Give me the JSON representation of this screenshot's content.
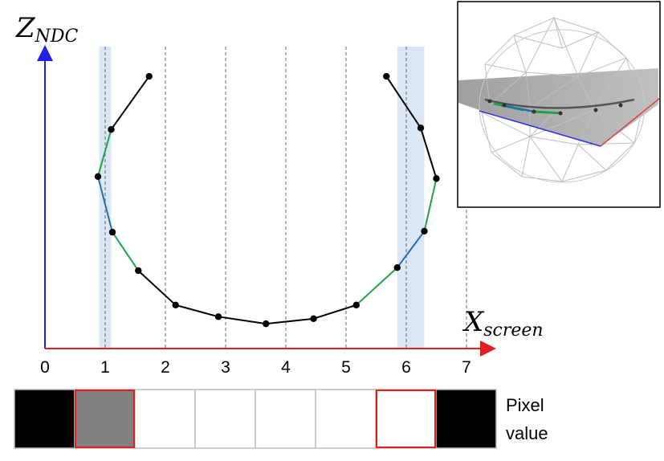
{
  "axes": {
    "z_label_main": "Z",
    "z_label_sub": "NDC",
    "x_label_main": "X",
    "x_label_sub": "screen",
    "x_ticks": [
      "0",
      "1",
      "2",
      "3",
      "4",
      "5",
      "6",
      "7"
    ],
    "colors": {
      "z_axis": "#1f1fe0",
      "x_axis": "#e02020"
    }
  },
  "chart_data": {
    "type": "line",
    "xlim": [
      0,
      7
    ],
    "x_ticks": [
      0,
      1,
      2,
      3,
      4,
      5,
      6,
      7
    ],
    "highlight_bands": [
      [
        0.9,
        1.1
      ],
      [
        5.85,
        6.3
      ]
    ],
    "points": [
      [
        1.73,
        5.38
      ],
      [
        1.1,
        4.33
      ],
      [
        0.88,
        3.4
      ],
      [
        1.12,
        2.3
      ],
      [
        1.55,
        1.54
      ],
      [
        2.17,
        0.86
      ],
      [
        2.88,
        0.63
      ],
      [
        3.67,
        0.49
      ],
      [
        4.46,
        0.59
      ],
      [
        5.17,
        0.86
      ],
      [
        5.85,
        1.6
      ],
      [
        6.3,
        2.32
      ],
      [
        6.5,
        3.36
      ],
      [
        6.24,
        4.36
      ],
      [
        5.67,
        5.38
      ]
    ],
    "segment_colors": [
      "#000000",
      "#1fa34a",
      "#1f6fb4",
      "#1fa34a",
      "#000000",
      "#000000",
      "#000000",
      "#000000",
      "#000000",
      "#1fa34a",
      "#1f6fb4",
      "#1fa34a",
      "#000000",
      "#000000"
    ]
  },
  "pixels": {
    "label_line1": "Pixel",
    "label_line2": "value",
    "values": [
      "#000000",
      "#808080",
      "#ffffff",
      "#ffffff",
      "#ffffff",
      "#ffffff",
      "#ffffff",
      "#000000"
    ],
    "highlighted": [
      false,
      true,
      false,
      false,
      false,
      false,
      true,
      false
    ],
    "highlight_color": "#e02020"
  },
  "inset": {
    "description_icon": "icosphere-icon"
  }
}
